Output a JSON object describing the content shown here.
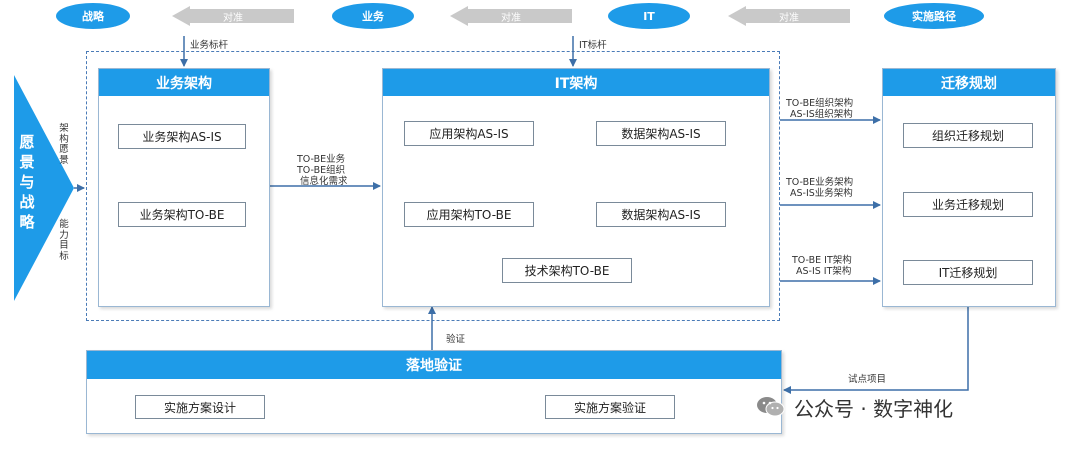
{
  "top_row": {
    "items": [
      "战略",
      "业务",
      "IT",
      "实施路径"
    ],
    "align_label": "对准"
  },
  "labels": {
    "business_benchmark": "业务标杆",
    "it_benchmark": "IT标杆",
    "arch_vision": "架构愿景",
    "capability_goal": "能力目标",
    "tobe_requirements": [
      "TO-BE业务",
      "TO-BE组织",
      "信息化需求"
    ],
    "verify": "验证",
    "pilot_project": "试点项目",
    "to_migration_org": [
      "TO-BE组织架构",
      "AS-IS组织架构"
    ],
    "to_migration_biz": [
      "TO-BE业务架构",
      "AS-IS业务架构"
    ],
    "to_migration_it": [
      "TO-BE IT架构",
      "AS-IS IT架构"
    ]
  },
  "vision": {
    "text": "愿景与战略",
    "color": "#1e9be8"
  },
  "business_arch": {
    "title": "业务架构",
    "as_is": "业务架构AS-IS",
    "to_be": "业务架构TO-BE"
  },
  "it_arch": {
    "title": "IT架构",
    "app_as_is": "应用架构AS-IS",
    "data_as_is": "数据架构AS-IS",
    "app_to_be": "应用架构TO-BE",
    "data_to_be": "数据架构AS-IS",
    "tech_to_be": "技术架构TO-BE"
  },
  "migration": {
    "title": "迁移规划",
    "org": "组织迁移规划",
    "biz": "业务迁移规划",
    "it": "IT迁移规划"
  },
  "landing": {
    "title": "落地验证",
    "design": "实施方案设计",
    "verify": "实施方案验证"
  },
  "watermark": {
    "text": "公众号 · 数字神化"
  },
  "colors": {
    "accent": "#1e9be8",
    "line": "#3d6fa8",
    "arrow_gray": "#c9c9c9"
  }
}
